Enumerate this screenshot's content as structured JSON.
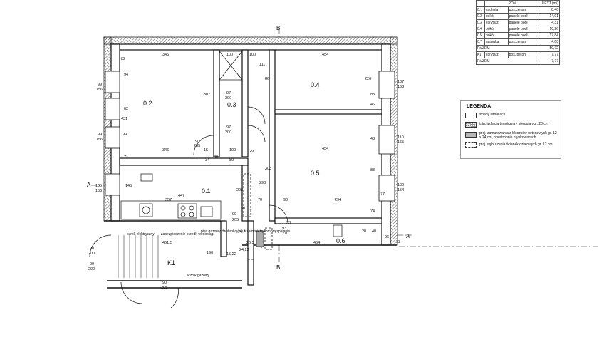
{
  "room_table": {
    "header": [
      "POM.",
      "UŻYT.(m²)"
    ],
    "rows": [
      {
        "no": "0.1",
        "name": "kuchnia",
        "finish": "pos.ceram.",
        "area": "8,40"
      },
      {
        "no": "0.2",
        "name": "pokój",
        "finish": "panele podł.",
        "area": "14,91"
      },
      {
        "no": "0.3",
        "name": "korytarz",
        "finish": "panele podł.",
        "area": "4,31"
      },
      {
        "no": "0.4",
        "name": "pokój",
        "finish": "panele podł.",
        "area": "10,26"
      },
      {
        "no": "0.5",
        "name": "pokój",
        "finish": "panele podł.",
        "area": "17,84"
      },
      {
        "no": "0.7",
        "name": "łazienka",
        "finish": "pos.ceram.",
        "area": "4,00"
      }
    ],
    "sum1": {
      "label": "RAZEM",
      "area": "59,72"
    },
    "row_k1": {
      "no": "K1",
      "name": "korytarz",
      "finish": "pos. beton.",
      "area": "7,77"
    },
    "sum2": {
      "label": "RAZEM",
      "area": "7,77"
    }
  },
  "legend": {
    "title": "LEGENDA",
    "items": [
      "ściany istniejące",
      "istn. izolacja termiczna - styropian gr. 20 cm",
      "proj. zamurowania z bloczków betonowych gr. 12 x 24 cm, obustronnie otynkowanych",
      "proj. wyburzenia ścianek działowych gr. 12 cm"
    ]
  },
  "plan": {
    "rooms": {
      "r02": "0.2",
      "r03": "0.3",
      "r04": "0.4",
      "r05": "0.5",
      "r01": "0.1",
      "r06": "0.6",
      "k1": "K1"
    },
    "section_marks": {
      "a_left": "A",
      "a_right": "A",
      "b_top": "B",
      "b_bottom": "B"
    },
    "notes": {
      "boiler": "kurek elektryczny",
      "pipe": "zabezpieczenie przedł. wodociąg.",
      "stove": "piec gazowy dwufunkcyjny z zamkniętą komorą spalania",
      "meter": "licznik gazowy"
    },
    "dims": {
      "d346a": "346",
      "d100a": "100",
      "d454a": "454",
      "d307": "307",
      "d97a": "97",
      "d200a": "200",
      "d111": "111",
      "d226": "226",
      "d62": "62",
      "d46": "46",
      "d99a": "99",
      "d97b": "97",
      "d200b": "200",
      "d90a": "90",
      "d205a": "205",
      "d100b": "100",
      "d80a": "80",
      "d15": "15",
      "d346b": "346",
      "d454b": "454",
      "d71": "71",
      "d34": "34",
      "d80b": "80",
      "d29": "29",
      "d303": "303",
      "d290": "290",
      "d357": "357",
      "d447": "447",
      "d203": "203",
      "d70": "70",
      "d90b": "90",
      "d294": "294",
      "d74": "74",
      "d83": "83",
      "d77": "77",
      "d145": "145",
      "d90c": "90",
      "d205b": "205",
      "d14_5": "14,5",
      "d461_5": "461,5",
      "d190": "190",
      "d15_22": "15,22",
      "d26_5": "26,5",
      "d24_22": "24,22",
      "d12": "12",
      "d454c": "454",
      "d96": "96",
      "d93": "93",
      "d40": "40",
      "d99b": "99",
      "d156a": "156",
      "d107": "107",
      "d158": "158",
      "d99c": "99",
      "d156b": "156",
      "d110": "110",
      "d155": "155",
      "d105": "105",
      "d156c": "156",
      "d109": "109",
      "d154": "154",
      "d90d": "90",
      "d200c": "200",
      "d90e": "90",
      "d200d": "200",
      "d90f": "90",
      "d205c": "205",
      "d93b": "93",
      "d210": "210",
      "d48": "48",
      "d94": "94",
      "d83b": "83",
      "d100c": "100",
      "d86": "86",
      "d33": "33",
      "d82": "82",
      "d431": "431",
      "d20": "20",
      "d60": "60"
    }
  }
}
